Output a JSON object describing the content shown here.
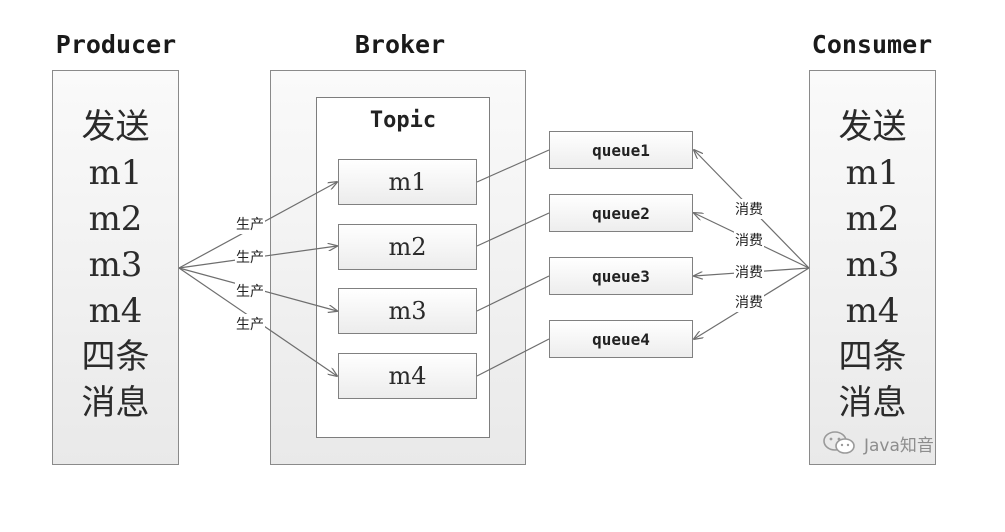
{
  "titles": {
    "producer": "Producer",
    "broker": "Broker",
    "consumer": "Consumer"
  },
  "producer": {
    "lines": [
      "发送",
      "m1",
      "m2",
      "m3",
      "m4",
      "四条",
      "消息"
    ]
  },
  "consumer": {
    "lines": [
      "发送",
      "m1",
      "m2",
      "m3",
      "m4",
      "四条",
      "消息"
    ]
  },
  "topic": {
    "title": "Topic",
    "messages": [
      "m1",
      "m2",
      "m3",
      "m4"
    ]
  },
  "queues": [
    "queue1",
    "queue2",
    "queue3",
    "queue4"
  ],
  "produce_labels": [
    "生产",
    "生产",
    "生产",
    "生产"
  ],
  "consume_labels": [
    "消费",
    "消费",
    "消费",
    "消费"
  ],
  "watermark": {
    "icon": "wechat-icon",
    "text": "Java知音"
  },
  "colors": {
    "line": "#6e6e6e",
    "border": "#808080",
    "text": "#222222"
  }
}
